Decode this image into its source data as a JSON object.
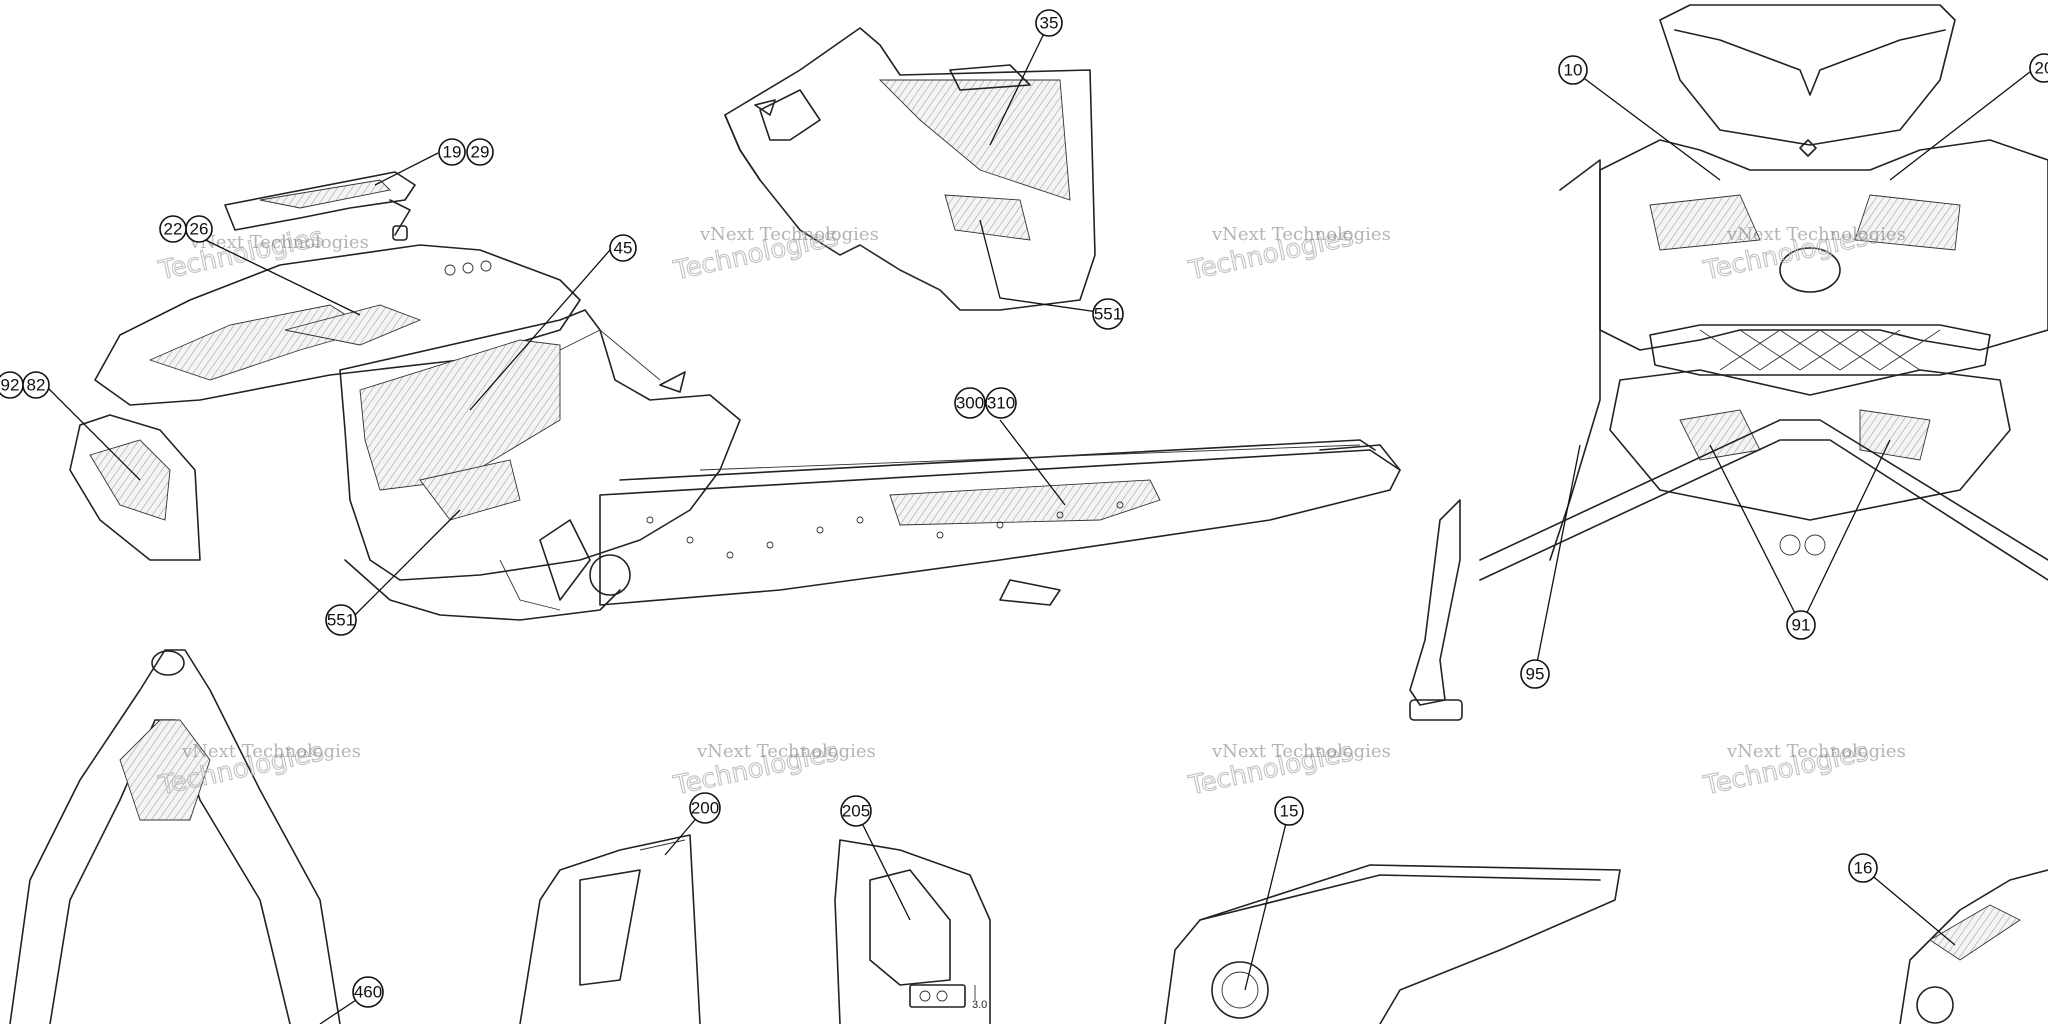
{
  "watermark": {
    "line1": "vNext Technologies",
    "line2": "Technologies"
  },
  "callouts": {
    "c19": "19",
    "c29": "29",
    "c22": "22",
    "c26": "26",
    "c45": "45",
    "c92": "92",
    "c82": "82",
    "c551a": "551",
    "c35": "35",
    "c551b": "551",
    "c300": "300",
    "c310": "310",
    "c10": "10",
    "c20": "20",
    "c95": "95",
    "c91": "91",
    "c200": "200",
    "c205": "205",
    "c15": "15",
    "c16": "16",
    "c460": "460"
  },
  "dimension_label": "3.0"
}
